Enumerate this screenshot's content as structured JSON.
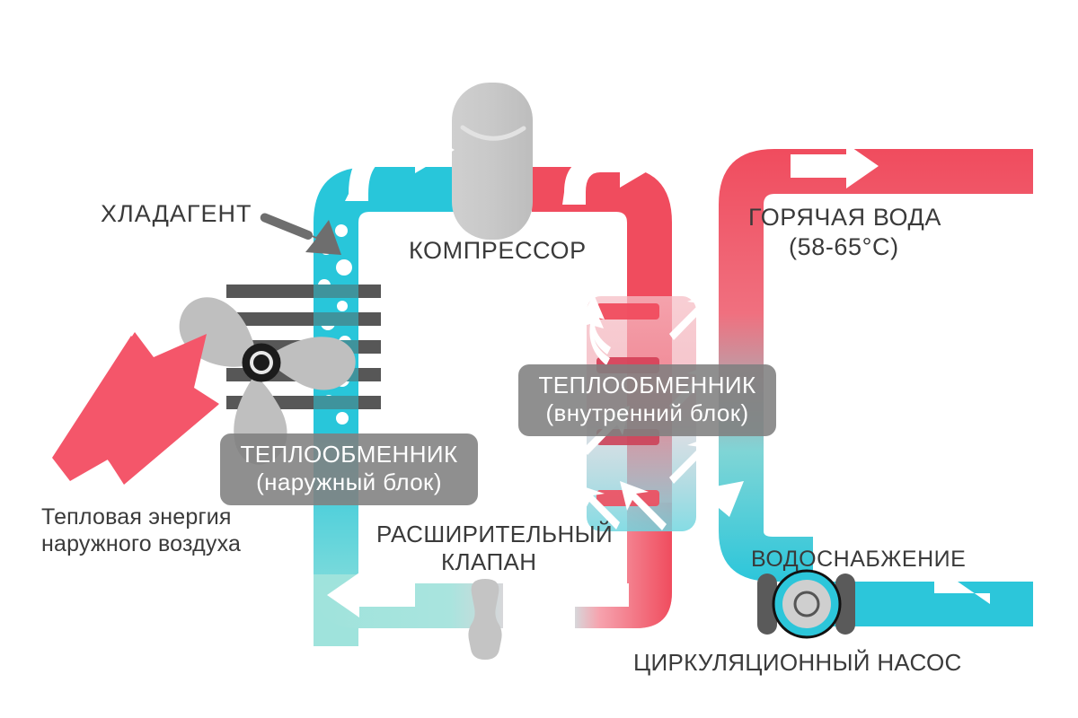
{
  "diagram": {
    "title_caption": "",
    "colors": {
      "hot": "#F04C5E",
      "hot_deep": "#E8394E",
      "cold": "#28C6DA",
      "cold_pale": "#9FE3DC",
      "grey_part": "#C8C8C8",
      "grey_fin": "#575757",
      "tag_bg": "#808080",
      "text": "#3A3A3A"
    }
  },
  "labels": {
    "refrigerant": "ХЛАДАГЕНТ",
    "compressor": "КОМПРЕССОР",
    "hot_water_line1": "ГОРЯЧАЯ ВОДА",
    "hot_water_line2": "(58-65°C)",
    "outdoor_air_line1": "Тепловая энергия",
    "outdoor_air_line2": "наружного воздуха",
    "expansion_valve_line1": "РАСШИРИТЕЛЬНЫЙ",
    "expansion_valve_line2": "КЛАПАН",
    "water_supply": "ВОДОСНАБЖЕНИЕ",
    "circulation_pump": "ЦИРКУЛЯЦИОННЫЙ НАСОС"
  },
  "tags": {
    "outdoor_unit": {
      "line1": "ТЕПЛООБМЕННИК",
      "line2": "(наружный блок)"
    },
    "indoor_unit": {
      "line1": "ТЕПЛООБМЕННИК",
      "line2": "(внутренний блок)"
    }
  },
  "components": [
    {
      "id": "compressor",
      "name": "compressor-body"
    },
    {
      "id": "expansion-valve",
      "name": "expansion-valve-body"
    },
    {
      "id": "fan",
      "name": "outdoor-fan"
    },
    {
      "id": "coil-fins",
      "name": "outdoor-coil-fins"
    },
    {
      "id": "pump",
      "name": "circulation-pump-body"
    }
  ]
}
